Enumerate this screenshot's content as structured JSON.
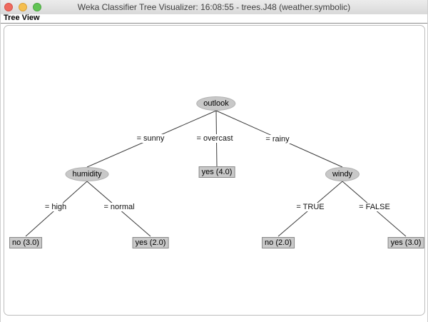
{
  "window": {
    "title": "Weka Classifier Tree Visualizer: 16:08:55 - trees.J48 (weather.symbolic)"
  },
  "menu": {
    "items": [
      {
        "label": "Tree View"
      }
    ]
  },
  "colors": {
    "titlebar_bg": "#e3e3e3",
    "node_fill": "#c8c8c8",
    "leaf_fill": "#c9c9c9",
    "leaf_border": "#8a8a8a",
    "edge_line": "#3a3a3a",
    "close_red": "#ee6a5e",
    "minimize_yellow": "#f5bf4f",
    "zoom_green": "#61c454"
  },
  "tree": {
    "nodes": [
      {
        "label": "outlook",
        "type": "decision"
      },
      {
        "label": "humidity",
        "type": "decision"
      },
      {
        "label": "windy",
        "type": "decision"
      },
      {
        "label": "yes (4.0)",
        "type": "leaf"
      },
      {
        "label": "no (3.0)",
        "type": "leaf"
      },
      {
        "label": "yes (2.0)",
        "type": "leaf"
      },
      {
        "label": "no (2.0)",
        "type": "leaf"
      },
      {
        "label": "yes (3.0)",
        "type": "leaf"
      }
    ],
    "edges": [
      {
        "from": "outlook",
        "label": "= sunny",
        "to": "humidity"
      },
      {
        "from": "outlook",
        "label": "= overcast",
        "to": "yes (4.0)"
      },
      {
        "from": "outlook",
        "label": "= rainy",
        "to": "windy"
      },
      {
        "from": "humidity",
        "label": "= high",
        "to": "no (3.0)"
      },
      {
        "from": "humidity",
        "label": "= normal",
        "to": "yes (2.0)"
      },
      {
        "from": "windy",
        "label": "= TRUE",
        "to": "no (2.0)"
      },
      {
        "from": "windy",
        "label": "= FALSE",
        "to": "yes (3.0)"
      }
    ]
  }
}
